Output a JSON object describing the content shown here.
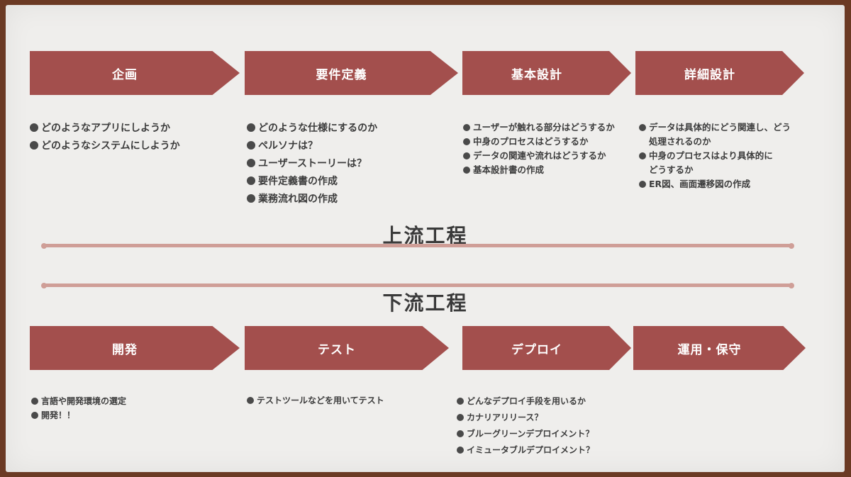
{
  "upstream": {
    "title": "上流工程",
    "steps": [
      {
        "label": "企画",
        "items": [
          "どのようなアプリにしようか",
          "どのようなシステムにしようか"
        ]
      },
      {
        "label": "要件定義",
        "items": [
          "どのような仕様にするのか",
          "ペルソナは？",
          "ユーザーストーリーは？",
          "要件定義書の作成",
          "業務流れ図の作成"
        ]
      },
      {
        "label": "基本設計",
        "items": [
          "ユーザーが触れる部分はどうするか",
          "中身のプロセスはどうするか",
          "データの関連や流れはどうするか",
          "基本設計書の作成"
        ]
      },
      {
        "label": "詳細設計",
        "items": [
          "データは具体的にどう関連し、どう",
          "処理されるのか",
          "中身のプロセスはより具体的に",
          "どうするか",
          "ER図、画面遷移図の作成"
        ]
      }
    ]
  },
  "downstream": {
    "title": "下流工程",
    "steps": [
      {
        "label": "開発",
        "items": [
          "言語や開発環境の選定",
          "開発！！"
        ]
      },
      {
        "label": "テスト",
        "items": [
          "テストツールなどを用いてテスト"
        ]
      },
      {
        "label": "デプロイ",
        "items": [
          "どんなデプロイ手段を用いるか",
          "カナリアリリース？",
          "ブルーグリーンデプロイメント？",
          "イミュータブルデプロイメント？"
        ]
      },
      {
        "label": "運用・保守",
        "items": []
      }
    ]
  },
  "colors": {
    "arrow": "#a34f4d",
    "divider": "#cf9e97",
    "frame": "#6b3a24",
    "background": "#efeeec"
  }
}
